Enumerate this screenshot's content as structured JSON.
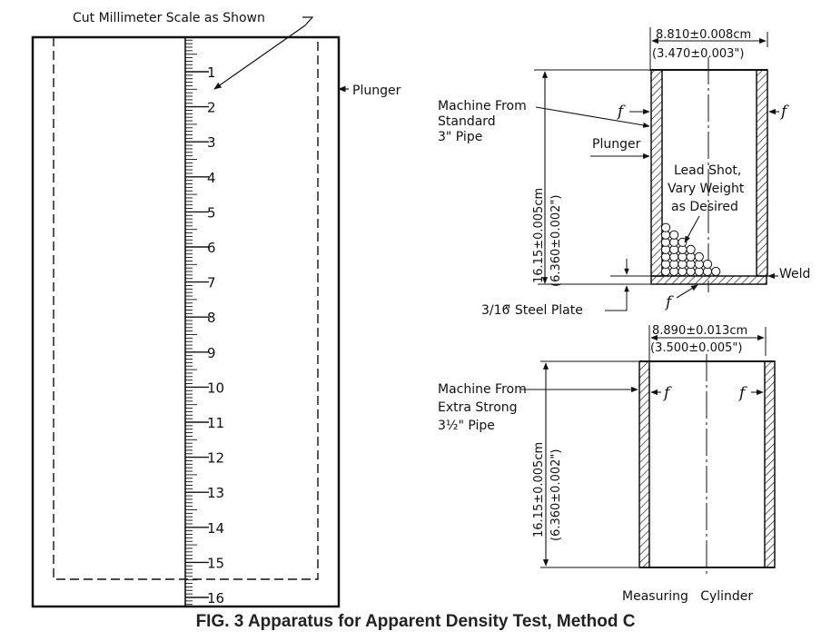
{
  "caption": "FIG. 3  Apparatus for Apparent Density Test, Method C",
  "plunger_scale": {
    "note": "Cut Millimeter Scale as Shown",
    "part_label": "Plunger",
    "scale_labels": [
      "1",
      "2",
      "3",
      "4",
      "5",
      "6",
      "7",
      "8",
      "9",
      "10",
      "11",
      "12",
      "13",
      "14",
      "15",
      "16"
    ],
    "units": "cm"
  },
  "plunger_section": {
    "width_metric": "8.810±0.008cm",
    "width_imperial": "(3.470±0.003\")",
    "height_metric": "16.15±0.005cm",
    "height_imperial": "(6.360±0.002\")",
    "pipe_note_lines": [
      "Machine From",
      "Standard",
      "3\" Pipe"
    ],
    "plunger_label": "Plunger",
    "shot_note_lines": [
      "Lead Shot,",
      "Vary Weight",
      "as Desired"
    ],
    "weld_label": "Weld",
    "plate_label_frac": "3/16",
    "plate_label_text": "\" Steel Plate",
    "finish_mark": "f"
  },
  "measuring_cylinder": {
    "width_metric": "8.890±0.013cm",
    "width_imperial": "(3.500±0.005\")",
    "height_metric": "16.15±0.005cm",
    "height_imperial": "(6.360±0.002\")",
    "pipe_note_lines": [
      "Machine From",
      "Extra Strong",
      "3½\" Pipe"
    ],
    "title": "Measuring   Cylinder",
    "finish_mark": "f"
  }
}
